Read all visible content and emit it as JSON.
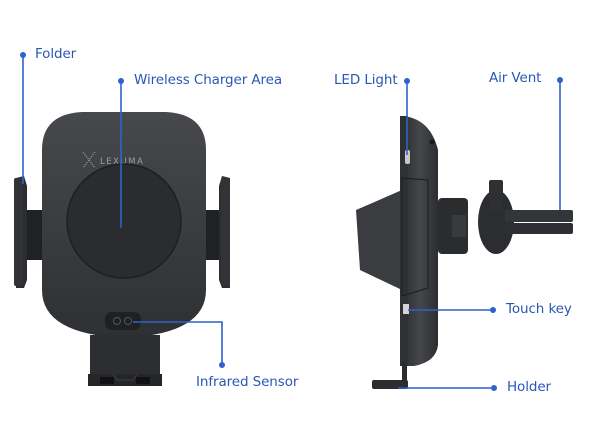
{
  "colors": {
    "callout_blue": "#2f62cc",
    "label_blue": "#2a57b5",
    "device_body": "#3b3d40",
    "device_dark": "#242628",
    "background": "#ffffff"
  },
  "front_view": {
    "brand_logo_text": "LEXUMA",
    "callouts": [
      {
        "id": "folder",
        "label": "Folder"
      },
      {
        "id": "wireless-charger-area",
        "label": "Wireless Charger Area"
      },
      {
        "id": "infrared-sensor",
        "label": "Infrared Sensor"
      }
    ]
  },
  "side_view": {
    "callouts": [
      {
        "id": "led-light",
        "label": "LED Light"
      },
      {
        "id": "air-vent",
        "label": "Air Vent"
      },
      {
        "id": "touch-key",
        "label": "Touch key"
      },
      {
        "id": "holder",
        "label": "Holder"
      }
    ]
  }
}
